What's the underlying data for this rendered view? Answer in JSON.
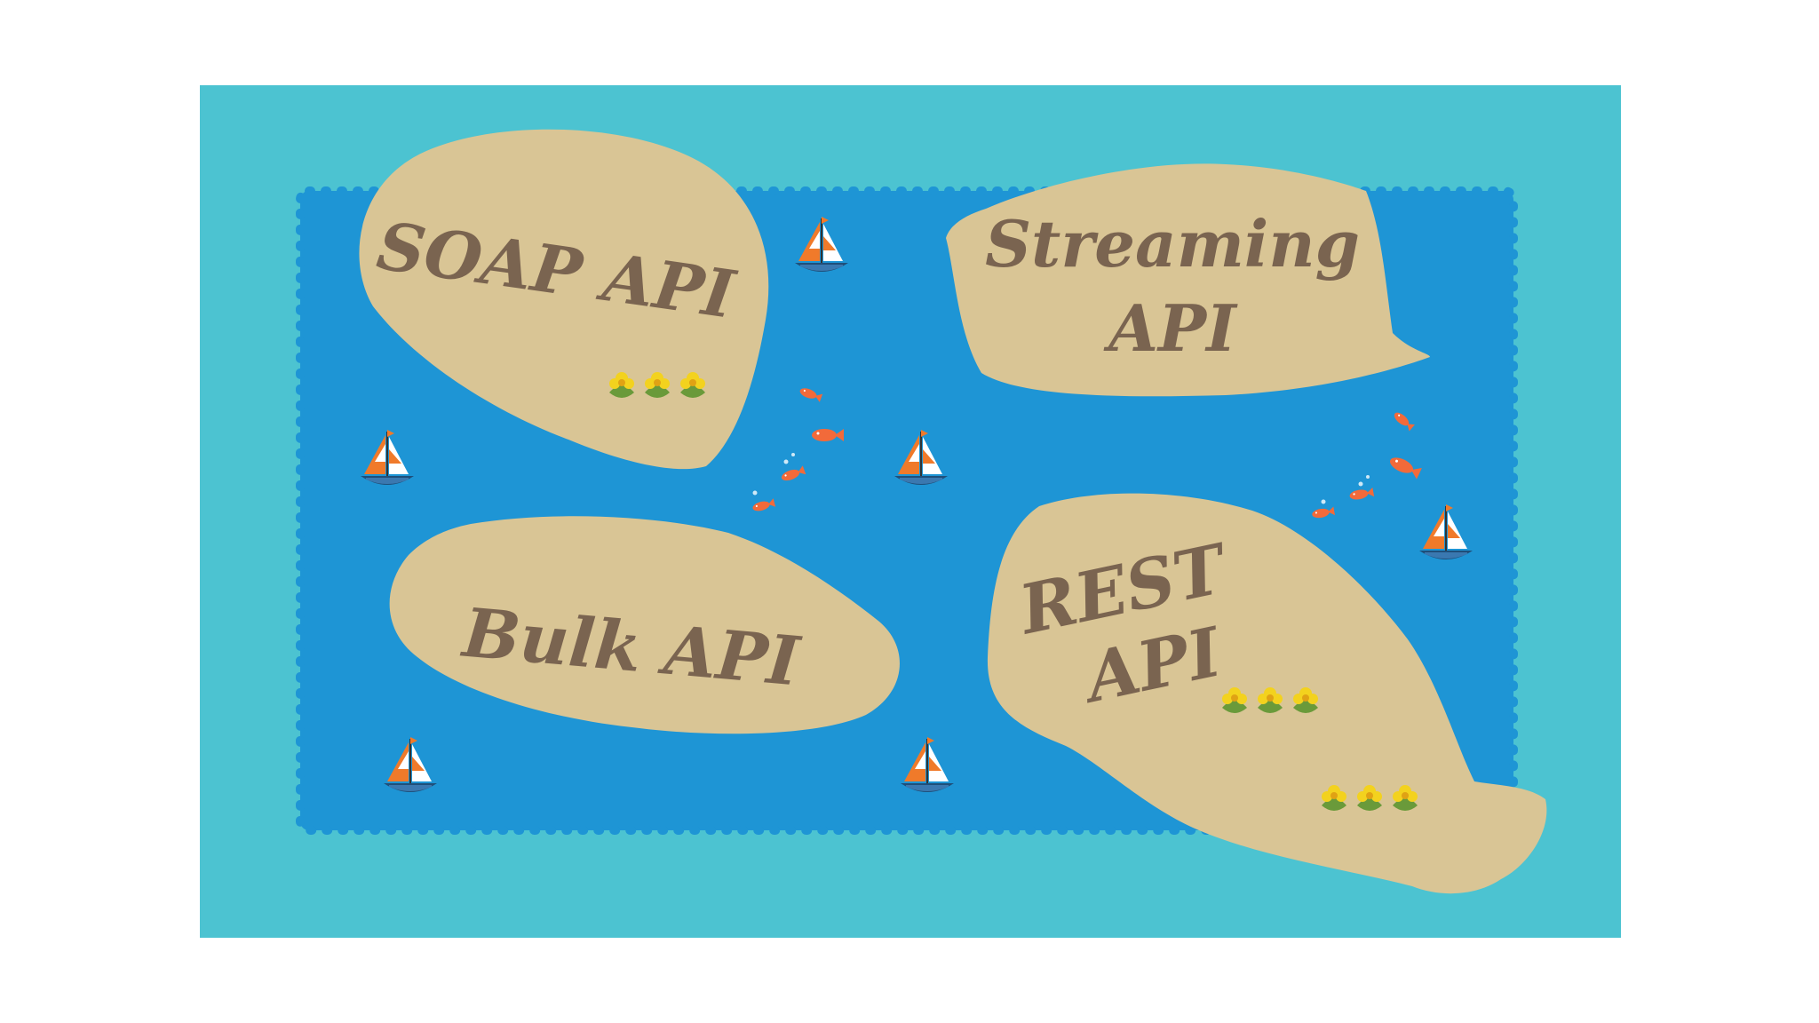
{
  "islands": [
    {
      "id": "soap",
      "label": "SOAP API"
    },
    {
      "id": "streaming",
      "label_line1": "Streaming",
      "label_line2": "API"
    },
    {
      "id": "bulk",
      "label": "Bulk API"
    },
    {
      "id": "rest",
      "label_line1": "REST",
      "label_line2": "API"
    }
  ],
  "colors": {
    "frame": "#4cc3d1",
    "sea": "#1e95d5",
    "sand": "#d9c595",
    "text": "#7a6450",
    "sail_orange": "#f07a2a",
    "sail_white": "#ffffff",
    "hull": "#1f4f7a",
    "fish": "#f26a3a",
    "flower_yellow": "#f3d21e",
    "leaf_green": "#6a9a3a"
  },
  "icons": [
    "sailboat-icon",
    "fish-icon",
    "flower-cluster-icon"
  ]
}
